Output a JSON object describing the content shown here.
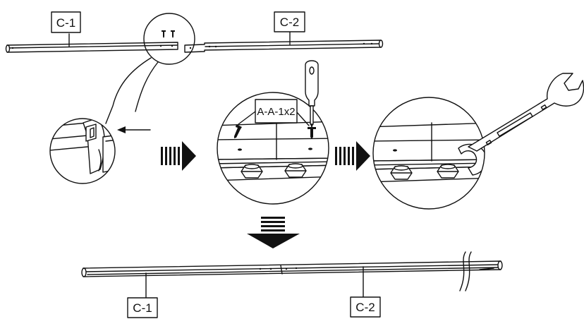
{
  "labels": {
    "top_left_part": "C-1",
    "top_right_part": "C-2",
    "screw_callout": "A-A-1x2",
    "bottom_left_part": "C-1",
    "bottom_right_part": "C-2"
  }
}
